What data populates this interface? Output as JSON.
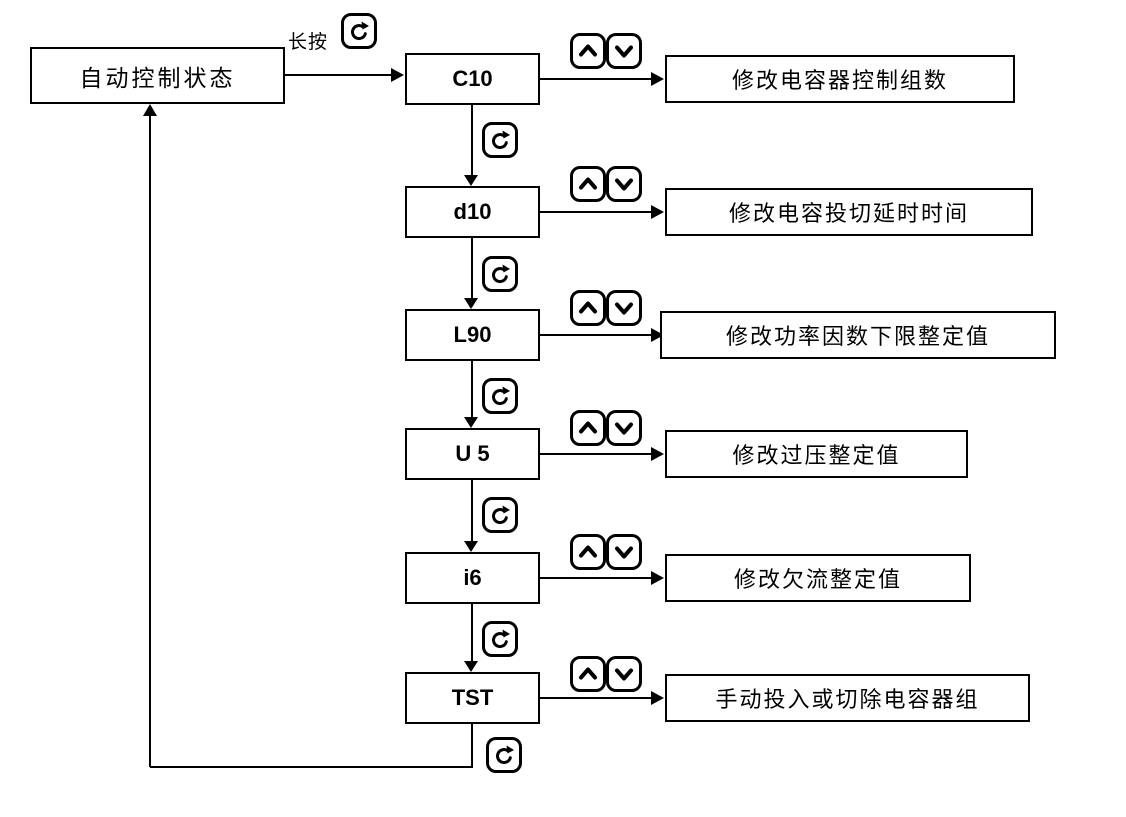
{
  "diagram": {
    "start_label": "自动控制状态",
    "long_press_label": "长按",
    "rows": [
      {
        "code": "C10",
        "description": "修改电容器控制组数"
      },
      {
        "code": "d10",
        "description": "修改电容投切延时时间"
      },
      {
        "code": "L90",
        "description": "修改功率因数下限整定值"
      },
      {
        "code": "U 5",
        "description": "修改过压整定值"
      },
      {
        "code": "i6",
        "description": "修改欠流整定值"
      },
      {
        "code": "TST",
        "description": "手动投入或切除电容器组"
      }
    ],
    "icons": {
      "cycle": "↻",
      "up": "∧",
      "down": "∨"
    },
    "colors": {
      "line": "#000000",
      "border": "#000000",
      "background": "#ffffff",
      "text": "#000000"
    }
  }
}
